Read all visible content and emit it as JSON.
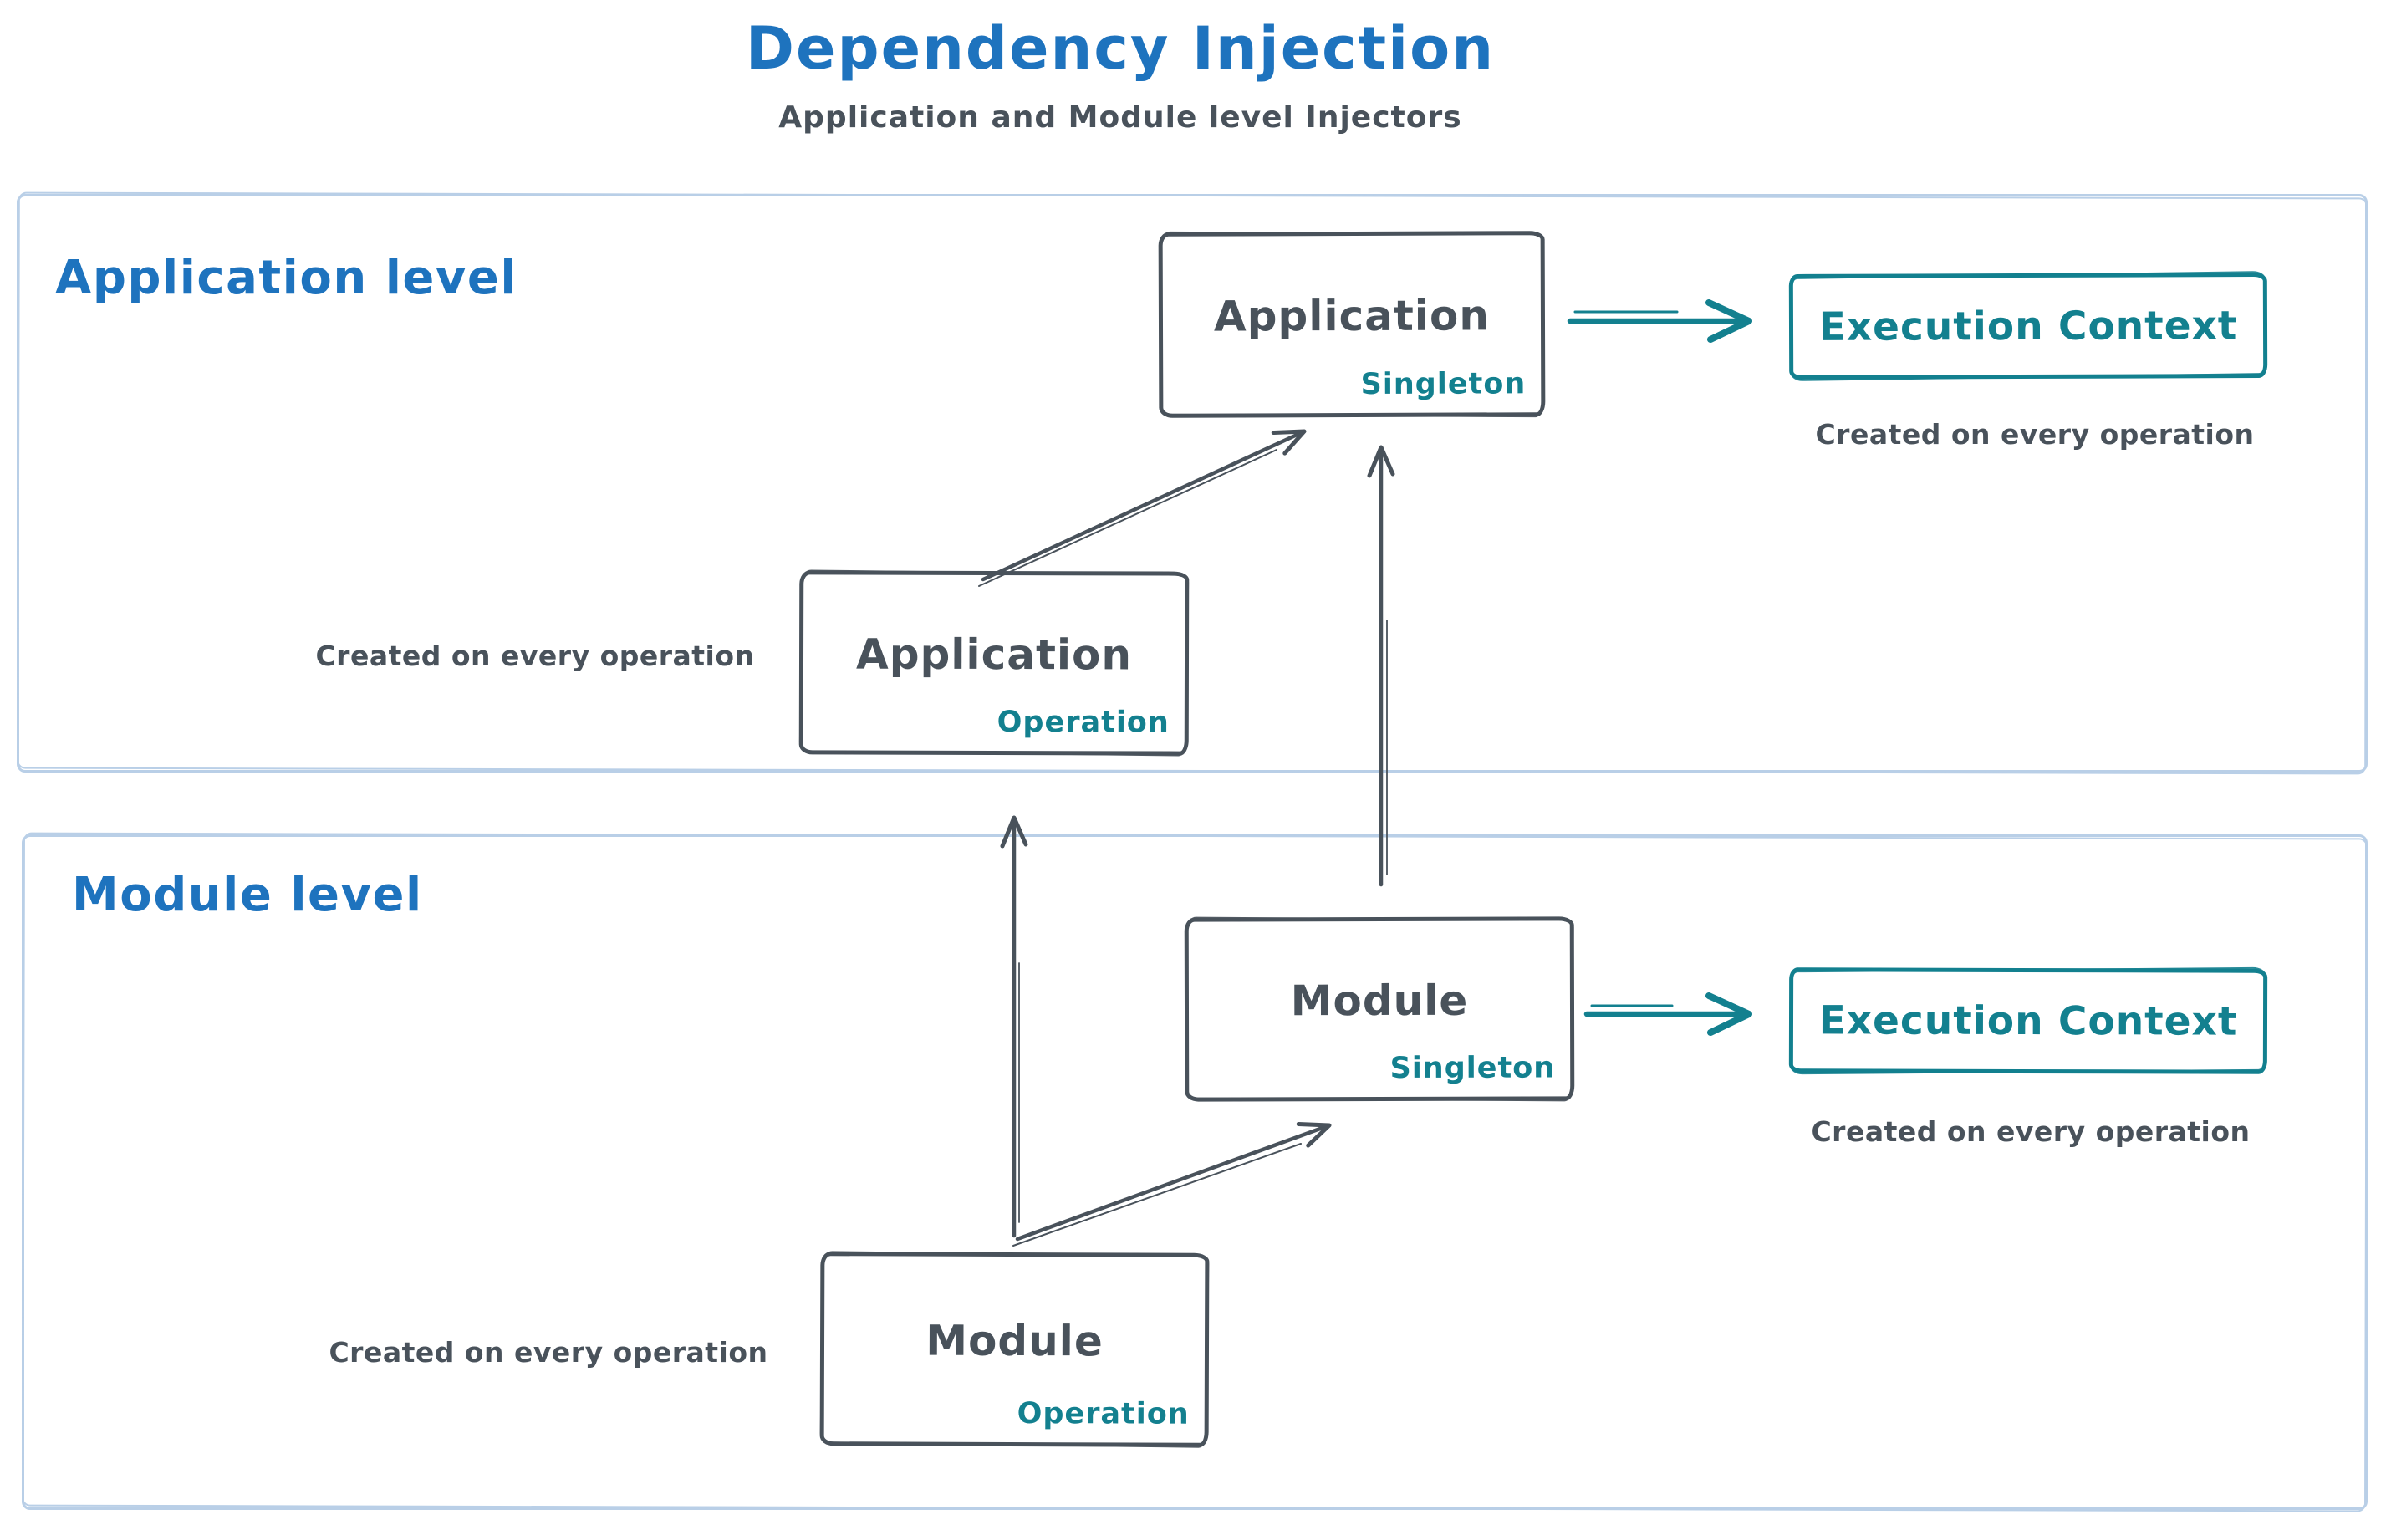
{
  "title": {
    "text": "Dependency Injection",
    "subtitle": "Application and Module level Injectors"
  },
  "colors": {
    "accent_blue": "#1e73be",
    "accent_teal": "#13808f",
    "ink_gray": "#49525b",
    "frame_light_blue": "#b9cfe7",
    "background": "#ffffff"
  },
  "application": {
    "label": "Application level",
    "singleton": {
      "title": "Application",
      "scope": "Singleton"
    },
    "operation": {
      "title": "Application",
      "scope": "Operation"
    },
    "operation_note": "Created on every operation",
    "execution_context": {
      "title": "Execution Context",
      "note": "Created on every operation"
    }
  },
  "module": {
    "label": "Module level",
    "singleton": {
      "title": "Module",
      "scope": "Singleton"
    },
    "operation": {
      "title": "Module",
      "scope": "Operation"
    },
    "operation_note": "Created on every operation",
    "execution_context": {
      "title": "Execution Context",
      "note": "Created on every operation"
    }
  }
}
